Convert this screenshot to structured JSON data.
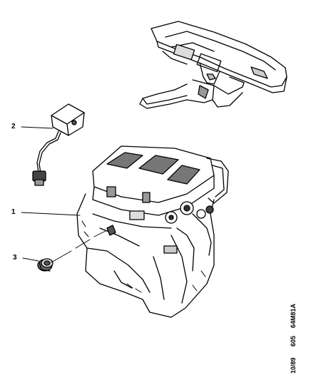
{
  "diagram": {
    "callouts": [
      {
        "id": "1",
        "label": "1"
      },
      {
        "id": "2",
        "label": "2"
      },
      {
        "id": "3",
        "label": "3"
      }
    ],
    "reference": {
      "date": "10/89",
      "page": "605",
      "code": "64M81A"
    }
  }
}
